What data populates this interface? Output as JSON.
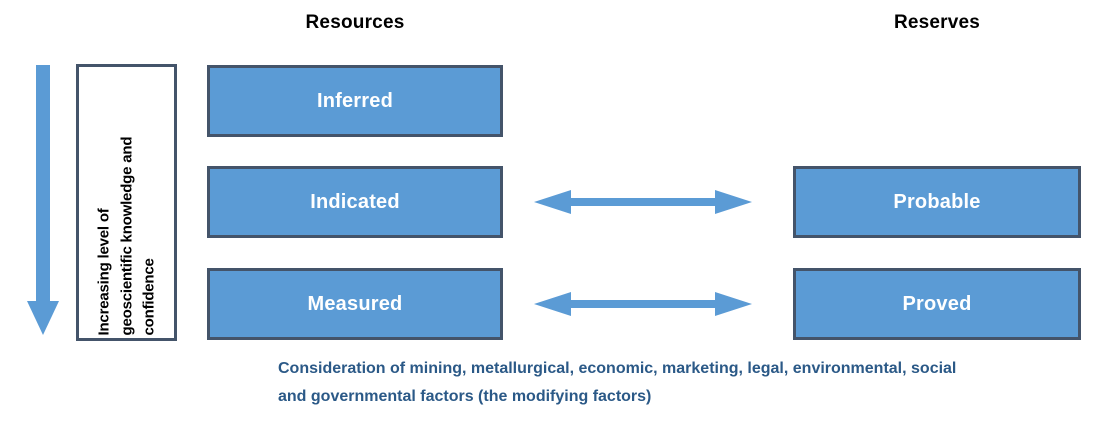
{
  "titles": {
    "resources": "Resources",
    "reserves": "Reserves"
  },
  "axis_label": "Increasing level of\ngeoscientific knowledge and\nconfidence",
  "resource_categories": [
    "Inferred",
    "Indicated",
    "Measured"
  ],
  "reserve_categories": [
    "Probable",
    "Proved"
  ],
  "footnote": "Consideration of mining, metallurgical, economic, marketing, legal, environmental, social\nand governmental factors (the modifying factors)",
  "icons": {
    "down_arrow": "down-arrow-icon",
    "double_arrow": "left-right-arrow-icon"
  },
  "colors": {
    "box_fill": "#5B9BD5",
    "box_border": "#44546A",
    "arrow_blue": "#5B9BD5",
    "title_text": "#000000",
    "box_label_text": "#FFFFFF",
    "axis_label_text": "#000000",
    "footnote_text": "#2B5987"
  }
}
